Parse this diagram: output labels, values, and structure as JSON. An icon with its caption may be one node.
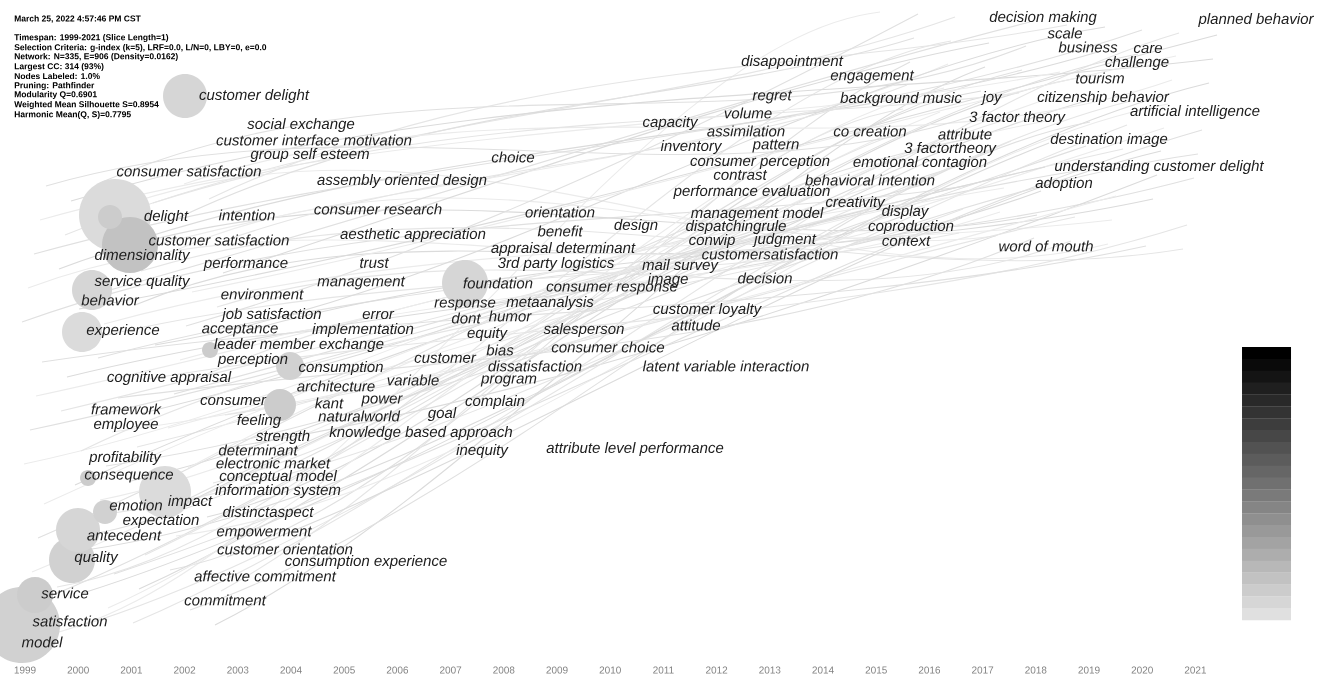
{
  "diagram": {
    "labels": [
      "March 25, 2022 4:57:46 PM CST",
      "Timespan: 1999-2021 (Slice Length=1)",
      "Selection Criteria: g-index (k=5), LRF=0.0, L/N=0, LBY=0, e=0.0",
      "Network: N=335, E=906 (Density=0.0162)",
      "Largest CC: 314 (93%)",
      "Nodes Labeled: 1.0%",
      "Pruning: Pathfinder",
      "Modularity Q=0.6901",
      "Weighted Mean Silhouette S=0.8954",
      "Harmonic Mean(Q, S)=0.7795",
      "decision making",
      "planned behavior",
      "scale",
      "business",
      "care",
      "disappointment",
      "challenge",
      "engagement",
      "tourism",
      "customer delight",
      "regret",
      "background music",
      "joy",
      "citizenship behavior",
      "volume",
      "artificial intelligence",
      "social exchange",
      "capacity",
      "3 factor theory",
      "assimilation",
      "co creation",
      "attribute",
      "customer interface motivation",
      "inventory",
      "pattern",
      "destination image",
      "group self esteem",
      "choice",
      "3 factortheory",
      "consumer satisfaction",
      "consumer perception",
      "emotional contagion",
      "understanding customer delight",
      "assembly oriented design",
      "contrast",
      "behavioral intention",
      "adoption",
      "performance evaluation",
      "creativity",
      "delight",
      "intention",
      "consumer research",
      "orientation",
      "management model",
      "display",
      "benefit",
      "design",
      "dispatchingrule",
      "coproduction",
      "customer satisfaction",
      "aesthetic appreciation",
      "conwip",
      "judgment",
      "context",
      "word of mouth",
      "dimensionality",
      "appraisal determinant",
      "customersatisfaction",
      "performance",
      "trust",
      "3rd party logistics",
      "mail survey",
      "service quality",
      "management",
      "foundation",
      "consumer response",
      "image",
      "decision",
      "behavior",
      "environment",
      "response",
      "metaanalysis",
      "job satisfaction",
      "error",
      "dont",
      "humor",
      "customer loyalty",
      "experience",
      "acceptance",
      "implementation",
      "equity",
      "salesperson",
      "attitude",
      "leader member exchange",
      "bias",
      "consumer choice",
      "perception",
      "consumption",
      "customer",
      "dissatisfaction",
      "latent variable interaction",
      "cognitive appraisal",
      "architecture",
      "variable",
      "program",
      "consumer",
      "kant",
      "power",
      "complain",
      "framework",
      "naturalworld",
      "goal",
      "employee",
      "feeling",
      "strength",
      "knowledge based approach",
      "determinant",
      "inequity",
      "attribute level performance",
      "profitability",
      "electronic market",
      "consequence",
      "conceptual model",
      "information system",
      "emotion",
      "impact",
      "distinctaspect",
      "expectation",
      "antecedent",
      "empowerment",
      "customer orientation",
      "quality",
      "consumption experience",
      "affective commitment",
      "service",
      "commitment",
      "satisfaction",
      "model",
      "1999",
      "2000",
      "2001",
      "2002",
      "2003",
      "2004",
      "2005",
      "2006",
      "2007",
      "2008",
      "2009",
      "2010",
      "2011",
      "2012",
      "2013",
      "2014",
      "2015",
      "2016",
      "2017",
      "2018",
      "2019",
      "2020",
      "2021"
    ]
  }
}
